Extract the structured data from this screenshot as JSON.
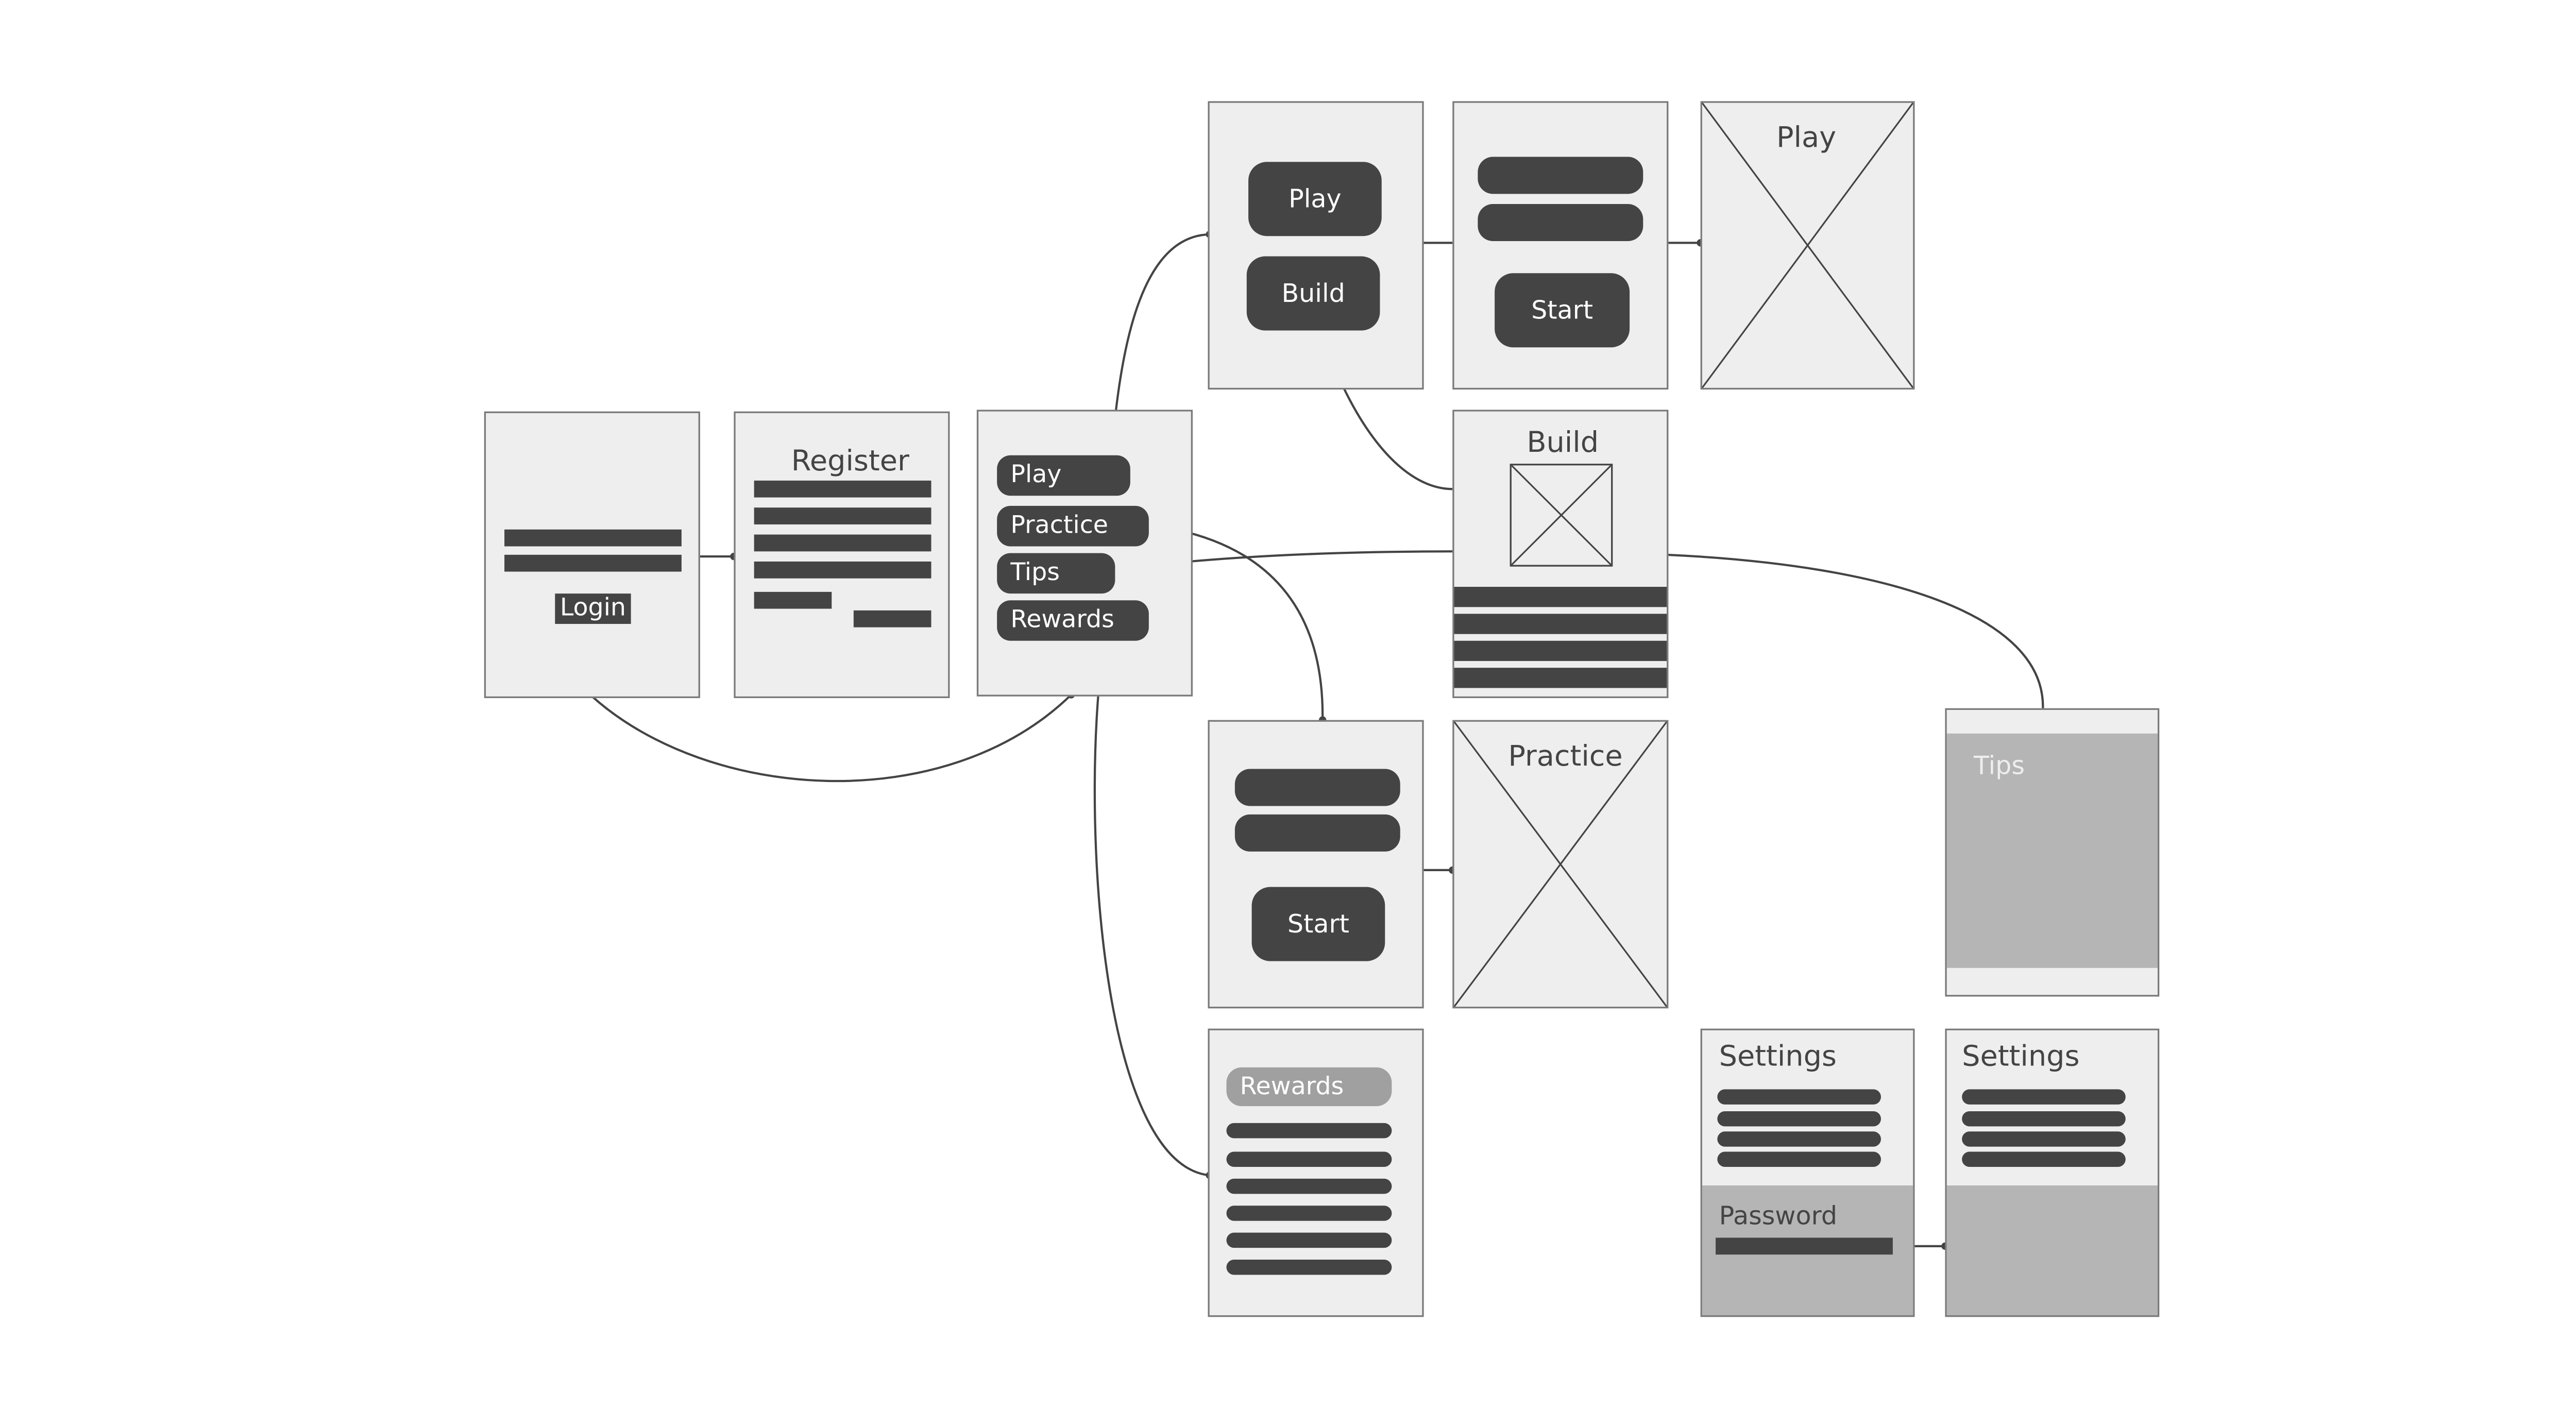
{
  "screens": {
    "login": {
      "button": "Login"
    },
    "register": {
      "title": "Register"
    },
    "main_menu": {
      "items": [
        "Play",
        "Practice",
        "Tips",
        "Rewards"
      ]
    },
    "mode_select": {
      "play": "Play",
      "build": "Build"
    },
    "play_setup": {
      "start": "Start"
    },
    "play_game": {
      "title": "Play"
    },
    "build": {
      "title": "Build"
    },
    "practice_setup": {
      "start": "Start"
    },
    "practice_game": {
      "title": "Practice"
    },
    "tips": {
      "title": "Tips"
    },
    "rewards": {
      "header": "Rewards"
    },
    "settings_1": {
      "title": "Settings",
      "password_label": "Password"
    },
    "settings_2": {
      "title": "Settings"
    }
  },
  "colors": {
    "frame_fill": "#eeeeee",
    "frame_border": "#7a7a7a",
    "dark_element": "#444444",
    "grey_panel": "#b5b5b5",
    "rewards_header": "#a0a0a0",
    "connector": "#444444"
  }
}
